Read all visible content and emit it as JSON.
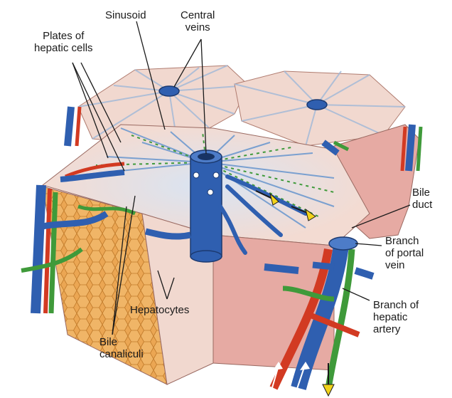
{
  "labels": {
    "sinusoid": [
      "Sinusoid"
    ],
    "central_veins": [
      "Central",
      "veins"
    ],
    "plates": [
      "Plates of",
      "hepatic cells"
    ],
    "bile_duct": [
      "Bile",
      "duct"
    ],
    "portal_vein": [
      "Branch",
      "of portal",
      "vein"
    ],
    "hepatic_artery": [
      "Branch of",
      "hepatic",
      "artery"
    ],
    "hepatocytes": [
      "Hepatocytes"
    ],
    "bile_canaliculi": [
      "Bile",
      "canaliculi"
    ]
  },
  "colors": {
    "vein_blue": "#2f5fb0",
    "artery_red": "#d23a22",
    "bile_green": "#3f9a3a",
    "lobule_pink": "#e8b4ae",
    "lobule_top": "#f1d8cf",
    "hepatocyte_orange": "#e8a24a",
    "flow_yellow": "#f2d31a"
  }
}
